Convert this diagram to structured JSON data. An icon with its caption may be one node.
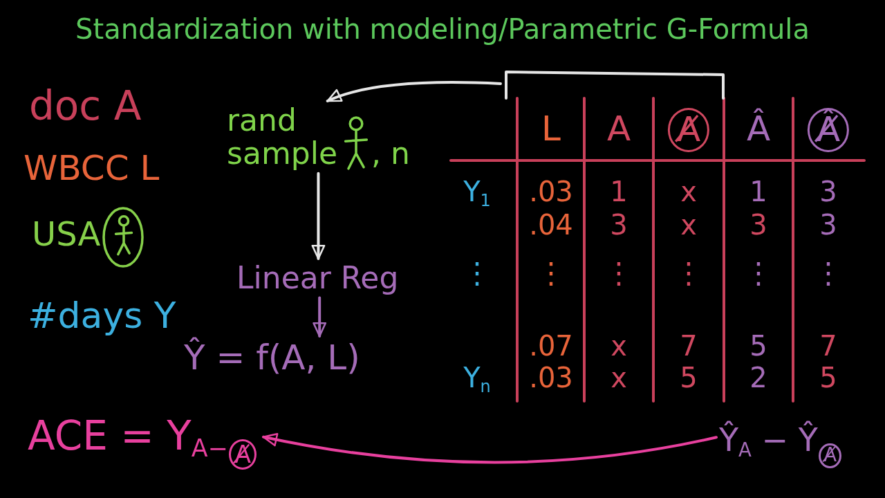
{
  "diagram": {
    "title": "Standardization with modeling/Parametric G-Formula",
    "nodes": [
      {
        "text": [],
        "shape": "bracket"
      },
      {
        "text": [
          "rand sample",
          ", n"
        ]
      },
      {
        "text": [
          "Linear Reg"
        ]
      },
      {
        "text": [
          "Ŷ = f(A, L)"
        ]
      },
      {
        "text": [
          "ACE = Y$_{A−}$$_{A̸}$"
        ]
      },
      {
        "text": [
          "Ŷ$_{A}$ − Ŷ$_{A̸}$"
        ]
      }
    ],
    "edges": [
      {
        "from": 0,
        "to": 1,
        "arrow": "to"
      },
      {
        "from": 1,
        "to": 2,
        "arrow": "to"
      },
      {
        "from": 2,
        "to": 3,
        "arrow": "to",
        "color": "#a56cb8"
      },
      {
        "from": 5,
        "to": 4,
        "arrow": "to",
        "color": "#e8409e"
      }
    ],
    "labels": [
      "doc A",
      "WBCC L",
      "USA",
      "#days Y",
      "L",
      "A",
      "A̸",
      "Â",
      "Â̸",
      "Y$_{1}$",
      ".03",
      "1",
      "x",
      "1",
      "3",
      ".04",
      "3",
      "x",
      "3",
      "3",
      "⋮",
      "⋮",
      "⋮",
      "⋮",
      "⋮",
      "⋮",
      ".07",
      "x",
      "7",
      "5",
      "7",
      "Y$_{n}$",
      ".03",
      "x",
      "5",
      "2",
      "5"
    ]
  }
}
